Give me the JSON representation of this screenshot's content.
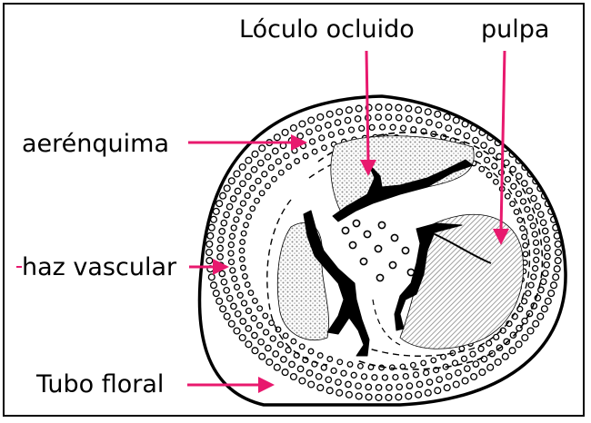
{
  "diagram": {
    "labels": {
      "loculo": "Lóculo ocluido",
      "pulpa": "pulpa",
      "aerenquima": "aerénquima",
      "haz": "haz vascular",
      "tubo": "Tubo floral"
    },
    "colors": {
      "arrow": "#e8196e",
      "line": "#000000",
      "stipple": "#8a8a8a",
      "background": "#ffffff"
    }
  }
}
